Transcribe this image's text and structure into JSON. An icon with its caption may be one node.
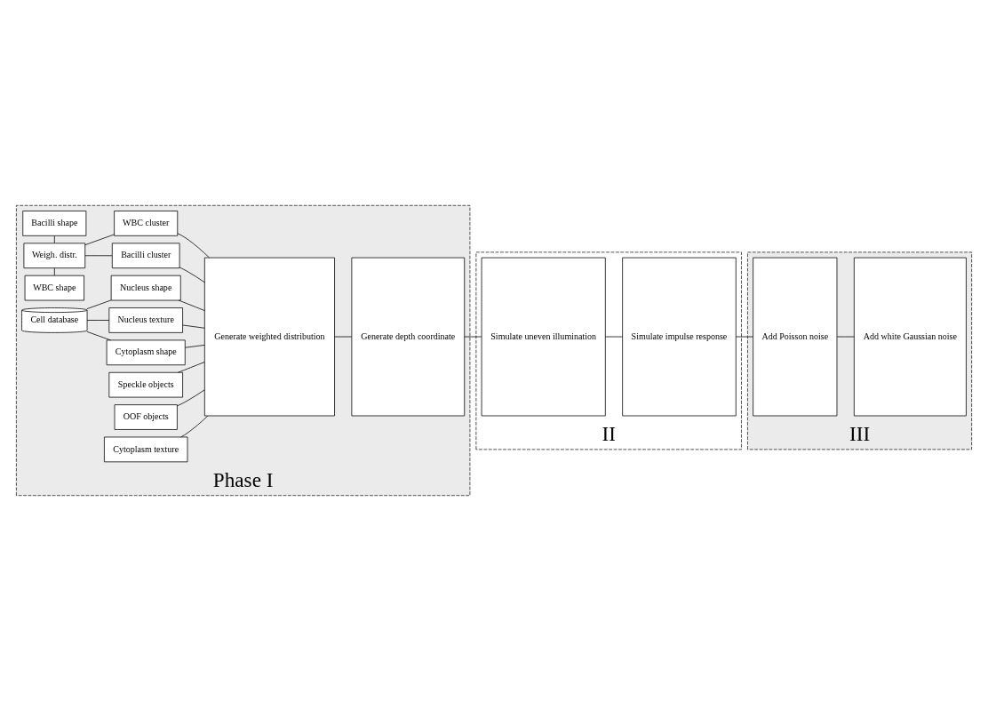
{
  "diagram": {
    "nodes": [
      {
        "text": [
          "Phase I"
        ]
      },
      {
        "text": [
          "II"
        ]
      },
      {
        "text": [
          "III"
        ]
      },
      {
        "text": [
          "Bacilli shape"
        ],
        "in": 0
      },
      {
        "text": [
          "Weigh. distr."
        ],
        "in": 0
      },
      {
        "text": [
          "WBC shape"
        ],
        "in": 0
      },
      {
        "text": [
          "Cell database"
        ],
        "in": 0
      },
      {
        "text": [
          "Speckle objects"
        ],
        "in": 0
      },
      {
        "text": [
          "OOF objects"
        ],
        "in": 0
      },
      {
        "text": [
          "Bacilli cluster"
        ],
        "in": 0
      },
      {
        "text": [
          "WBC cluster"
        ],
        "in": 0
      },
      {
        "text": [
          "Cytoplasm texture"
        ],
        "in": 0
      },
      {
        "text": [
          "Cytoplasm shape"
        ],
        "in": 0
      },
      {
        "text": [
          "Nucleus texture"
        ],
        "in": 0
      },
      {
        "text": [
          "Nucleus shape"
        ],
        "in": 0
      },
      {
        "text": [
          "Generate weighted distribution"
        ],
        "in": 0
      },
      {
        "text": [
          "Generate depth coordinate"
        ],
        "in": 0
      },
      {
        "text": [
          "Simulate uneven illumination"
        ],
        "in": 1
      },
      {
        "text": [
          "Simulate impulse response"
        ],
        "in": 1
      },
      {
        "text": [
          "Add Poisson noise"
        ],
        "in": 2
      },
      {
        "text": [
          "Add white Gaussian noise"
        ],
        "in": 2
      }
    ],
    "edges": [
      {
        "from": 3,
        "to": 4,
        "arrow": "none"
      },
      {
        "from": 4,
        "to": 5,
        "arrow": "none"
      },
      {
        "from": 4,
        "to": 9,
        "arrow": "none"
      },
      {
        "from": 4,
        "to": 10,
        "arrow": "none"
      },
      {
        "from": 6,
        "to": 12,
        "arrow": "none"
      },
      {
        "from": 6,
        "to": 13,
        "arrow": "none"
      },
      {
        "from": 6,
        "to": 14,
        "arrow": "none"
      },
      {
        "from": 7,
        "to": 15,
        "arrow": "none"
      },
      {
        "from": 8,
        "to": 15,
        "arrow": "none"
      },
      {
        "from": 9,
        "to": 15,
        "arrow": "none"
      },
      {
        "from": 10,
        "to": 15,
        "arrow": "none"
      },
      {
        "from": 11,
        "to": 15,
        "arrow": "none"
      },
      {
        "from": 12,
        "to": 15,
        "arrow": "none"
      },
      {
        "from": 13,
        "to": 15,
        "arrow": "none"
      },
      {
        "from": 14,
        "to": 15,
        "arrow": "none"
      },
      {
        "from": 15,
        "to": 16,
        "arrow": "none"
      },
      {
        "from": 16,
        "to": 17,
        "arrow": "none"
      },
      {
        "from": 17,
        "to": 18,
        "arrow": "none"
      },
      {
        "from": 18,
        "to": 19,
        "arrow": "none"
      },
      {
        "from": 19,
        "to": 20,
        "arrow": "none"
      }
    ]
  }
}
